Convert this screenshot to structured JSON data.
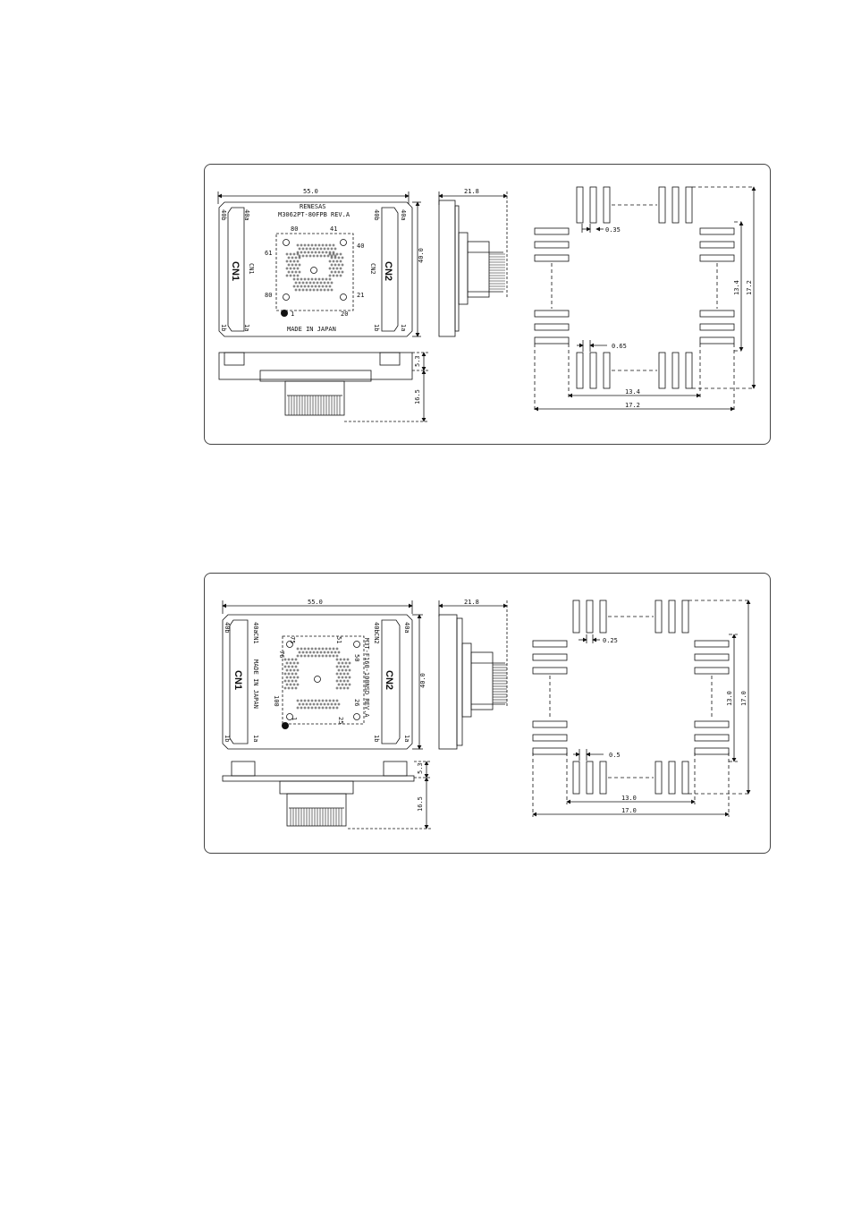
{
  "diagram1": {
    "top": {
      "width_dim": "55.0",
      "height_dim": "40.0",
      "brand": "RENESAS",
      "model": "M3062PT-80FPB REV.A",
      "pins": {
        "p80": "80",
        "p41": "41",
        "p40": "40",
        "p61": "61",
        "p80b": "80",
        "p21": "21",
        "p1": "1",
        "p20": "20"
      },
      "footer": "MADE IN JAPAN",
      "cn1": "CN1",
      "cn2": "CN2",
      "cn1_small": "CN1",
      "cn2_small": "CN2",
      "left_40b": "40b",
      "left_40a": "40a",
      "left_1b": "1b",
      "left_1a": "1a",
      "right_40b": "40b",
      "right_40a": "40a",
      "right_1b": "1b",
      "right_1a": "1a"
    },
    "side_dim": "21.8",
    "dim_5_3": "5.3",
    "dim_16_5": "16.5",
    "footprint": {
      "pitch": "0.35",
      "pad_width": "0.65",
      "inner_h": "13.4",
      "inner_w": "13.4",
      "outer_h": "17.2",
      "outer_w": "17.2"
    }
  },
  "diagram2": {
    "top": {
      "width_dim": "55.0",
      "height_dim": "40.0",
      "model": "M3T-F160-100NSD REV.A",
      "pins": {
        "p75": "75",
        "p51": "51",
        "p76": "76",
        "p50": "50",
        "p100": "100",
        "p26": "26",
        "p1": "1",
        "p25": "25"
      },
      "footer": "MADE IN JAPAN",
      "cn1": "CN1",
      "cn2": "CN2",
      "cn1_small": "CN1",
      "cn2_small": "CN2",
      "left_40b": "40b",
      "left_40a": "40a",
      "left_1b": "1b",
      "left_1a": "1a",
      "right_40b": "40b",
      "right_40a": "40a",
      "right_1b": "1b",
      "right_1a": "1a"
    },
    "side_dim": "21.8",
    "dim_5_3": "5.3",
    "dim_16_5": "16.5",
    "footprint": {
      "pitch": "0.25",
      "pad_width": "0.5",
      "inner_h": "13.0",
      "inner_w": "13.0",
      "outer_h": "17.0",
      "outer_w": "17.0"
    }
  }
}
